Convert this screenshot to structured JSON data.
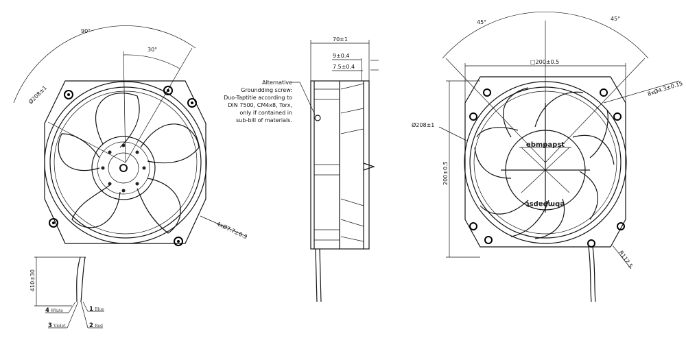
{
  "front_view": {
    "angle_outer": "90°",
    "angle_inner": "30°",
    "diameter": "Ø208±1",
    "holes": "4xØ7.7±0.3",
    "lead_length": "410±30",
    "wires": [
      {
        "num": "1",
        "color": "Blue"
      },
      {
        "num": "2",
        "color": "Red"
      },
      {
        "num": "3",
        "color": "Violet"
      },
      {
        "num": "4",
        "color": "White"
      }
    ]
  },
  "side_view": {
    "depth": "70±1",
    "dim_a": "9±0.4",
    "dim_b": "7.5±0.4",
    "note": [
      "Alternative",
      "Groundding screw:",
      "Duo-Taptitie according to",
      "DIN 7500, CM4x8, Torx,",
      "only if contained in",
      "sub-bill of materials."
    ]
  },
  "rear_view": {
    "angle_left": "45°",
    "angle_right": "45°",
    "square": "□200±0.5",
    "holes": "8xØ4.3±0.15",
    "diameter": "Ø208±1",
    "height": "200±0.5",
    "radius": "R112.5",
    "logo": "ebmpapst"
  }
}
